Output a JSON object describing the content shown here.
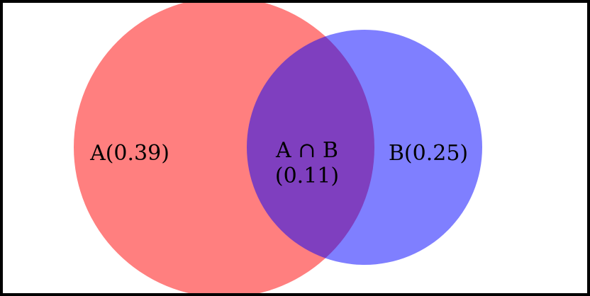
{
  "diagram": {
    "type": "venn",
    "colors": {
      "set_a": "#ff0000",
      "set_b": "#0000ff",
      "frame": "#000000",
      "background": "#ffffff"
    },
    "set_a": {
      "label": "A(0.39)"
    },
    "set_b": {
      "label": "B(0.25)"
    },
    "intersection": {
      "label_line1": "A ∩ B",
      "label_line2": "(0.11)"
    }
  }
}
